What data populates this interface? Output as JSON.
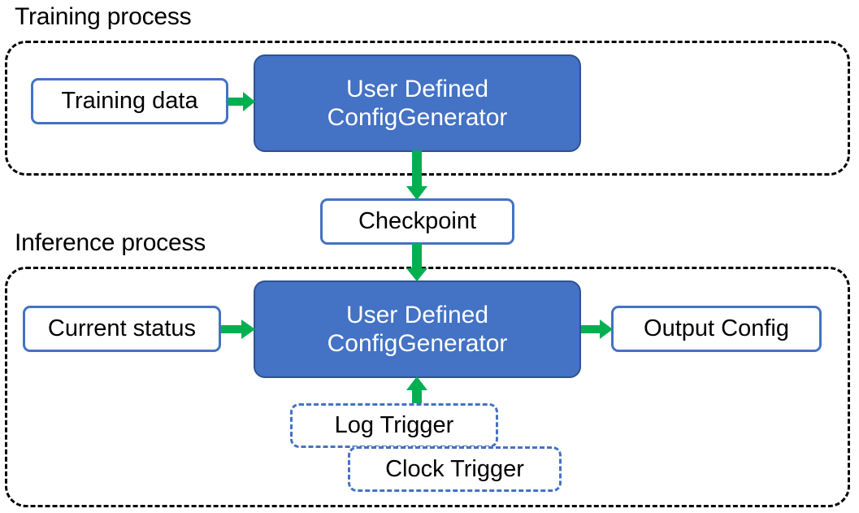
{
  "diagram": {
    "title_training": "Training process",
    "title_inference": "Inference process",
    "colors": {
      "accent_blue": "#4472C4",
      "filled_box_border": "#2F528F",
      "arrow_green": "#00B050",
      "container_border": "#000000",
      "text_dark": "#000000",
      "text_light": "#FFFFFF",
      "background": "#FFFFFF"
    }
  },
  "training": {
    "container_label": "Training process",
    "input_box": "Training data",
    "generator": {
      "line1": "User Defined",
      "line2": "ConfigGenerator"
    }
  },
  "checkpoint": {
    "label": "Checkpoint"
  },
  "inference": {
    "container_label": "Inference process",
    "input_box": "Current status",
    "generator": {
      "line1": "User Defined",
      "line2": "ConfigGenerator"
    },
    "output_box": "Output Config",
    "triggers": [
      {
        "label": "Log Trigger"
      },
      {
        "label": "Clock Trigger"
      }
    ]
  },
  "edges": [
    {
      "name": "training-data-to-generator",
      "from": "Training data",
      "to": "User Defined ConfigGenerator",
      "direction": "right"
    },
    {
      "name": "generator-to-checkpoint",
      "from": "User Defined ConfigGenerator",
      "to": "Checkpoint",
      "direction": "down"
    },
    {
      "name": "checkpoint-to-generator",
      "from": "Checkpoint",
      "to": "User Defined ConfigGenerator",
      "direction": "down"
    },
    {
      "name": "current-status-to-generator",
      "from": "Current status",
      "to": "User Defined ConfigGenerator",
      "direction": "right"
    },
    {
      "name": "generator-to-output-config",
      "from": "User Defined ConfigGenerator",
      "to": "Output Config",
      "direction": "right"
    },
    {
      "name": "triggers-to-generator",
      "from": "Log Trigger / Clock Trigger",
      "to": "User Defined ConfigGenerator",
      "direction": "up"
    }
  ]
}
